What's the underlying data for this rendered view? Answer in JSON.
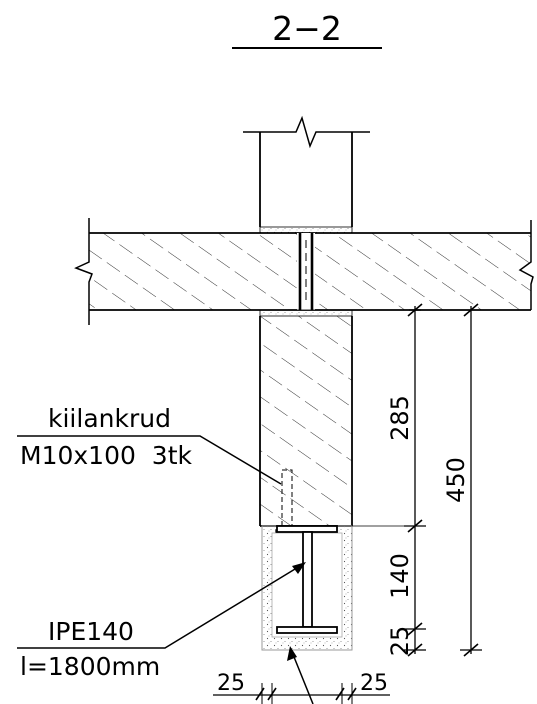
{
  "section_title": "2−2",
  "labels": {
    "anchor_name": "kiilankrud",
    "anchor_spec": "M10x100  3tk",
    "beam_name": "IPE140",
    "beam_length": "l=1800mm"
  },
  "dimensions": {
    "d285": "285",
    "d450": "450",
    "d140": "140",
    "d25_vertical": "25",
    "d25_left": "25",
    "d25_right": "25"
  }
}
